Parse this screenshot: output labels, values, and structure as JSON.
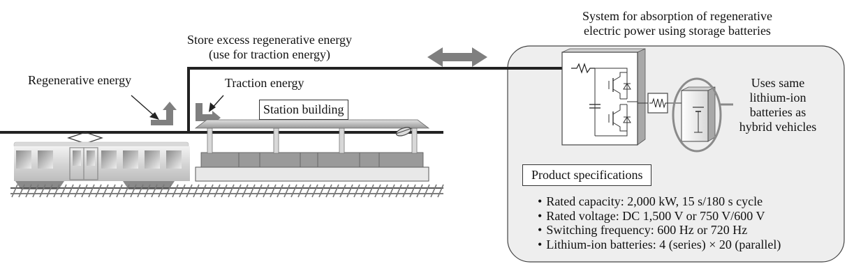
{
  "labels": {
    "store_line1": "Store excess regenerative energy",
    "store_line2": "(use for traction energy)",
    "regenerative": "Regenerative energy",
    "traction": "Traction energy",
    "station": "Station building",
    "system_line1": "System for absorption of regenerative",
    "system_line2": "electric power using storage batteries",
    "uses_line1": "Uses same",
    "uses_line2": "lithium-ion",
    "uses_line3": "batteries as",
    "uses_line4": "hybrid vehicles"
  },
  "specs": {
    "title": "Product specifications",
    "items": [
      "Rated capacity: 2,000 kW, 15 s/180 s cycle",
      "Rated voltage: DC 1,500 V or 750 V/600 V",
      "Switching frequency: 600 Hz or 720 Hz",
      "Lithium-ion batteries: 4 (series) × 20 (parallel)"
    ]
  },
  "colors": {
    "line": "#222222",
    "panel_fill": "#eeeeee",
    "arrow_gray": "#7f7f7f",
    "train_gray": "#cfcfcf"
  }
}
